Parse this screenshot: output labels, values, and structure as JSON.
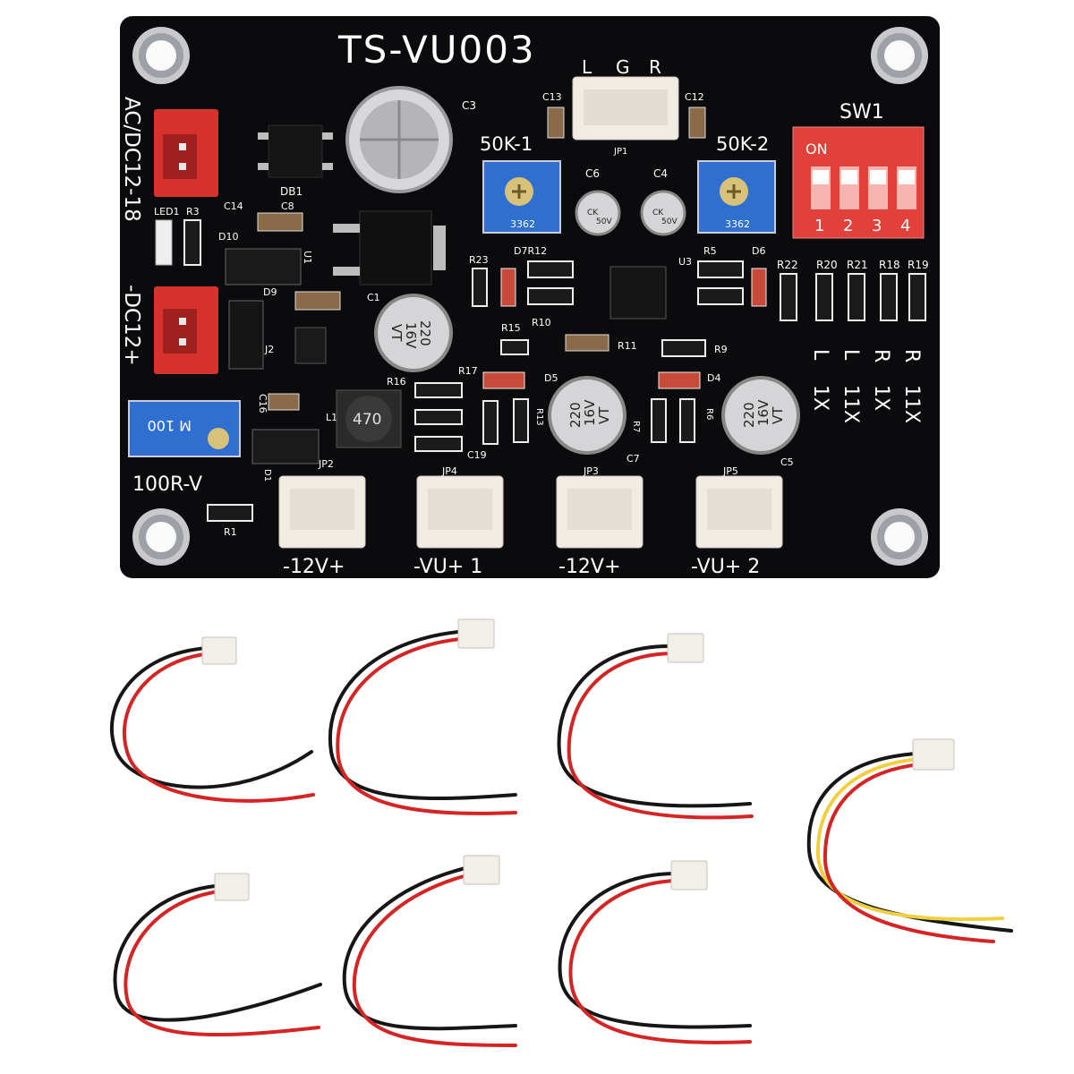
{
  "board": {
    "title": "TS-VU003",
    "lgr": [
      "L",
      "G",
      "R"
    ],
    "sw1_label": "SW1",
    "sw_on": "ON",
    "sw_numbers": [
      "1",
      "2",
      "3",
      "4"
    ],
    "input_ac": "AC/DC12-18",
    "input_dc": "-DC12+",
    "pot_left": "50K-1",
    "pot_right": "50K-2",
    "pot_code": "3362",
    "trimmer_label": "100R-V",
    "trimmer_value": "M 100",
    "inductor_value": "470",
    "cap_c1": [
      "220",
      "16V",
      "VT"
    ],
    "cap_c7": [
      "220",
      "16V",
      "VT"
    ],
    "cap_c5": [
      "220",
      "16V",
      "VT"
    ],
    "cap_small": [
      "CK",
      "50V"
    ],
    "gain_rows": [
      [
        "R",
        "11X"
      ],
      [
        "R",
        "1X"
      ],
      [
        "L",
        "11X"
      ],
      [
        "L",
        "1X"
      ]
    ],
    "bottom_labels": [
      "-12V+",
      "-VU+ 1",
      "-12V+",
      "-VU+ 2"
    ],
    "refdes": {
      "c3": "C3",
      "c13": "C13",
      "c12": "C12",
      "jp1": "JP1",
      "db1": "DB1",
      "c14": "C14",
      "c8": "C8",
      "led1": "LED1",
      "r3": "R3",
      "d10": "D10",
      "u1": "U1",
      "d9": "D9",
      "j2": "J2",
      "c1": "C1",
      "c6": "C6",
      "c4": "C4",
      "d7r12": "D7R12",
      "r23": "R23",
      "u3": "U3",
      "r5": "R5",
      "d6": "D6",
      "r22": "R22",
      "r20": "R20",
      "r21": "R21",
      "r18": "R18",
      "r19": "R19",
      "r15": "R15",
      "r10": "R10",
      "r11": "R11",
      "r9": "R9",
      "r17": "R17",
      "d5": "D5",
      "d4": "D4",
      "r16": "R16",
      "c16": "C16",
      "l1": "L1",
      "r13": "R13",
      "r7": "R7",
      "r6": "R6",
      "c19": "C19",
      "c7": "C7",
      "c5": "C5",
      "jp2": "JP2",
      "jp4": "JP4",
      "jp3": "JP3",
      "jp5": "JP5",
      "r1": "R1",
      "d1": "D1"
    }
  },
  "colors": {
    "pcb": "#0b0b0d",
    "silkscreen": "#ffffff",
    "header_red": "#d8322e",
    "dip_red": "#e2403a",
    "pot_blue": "#2f6fd0",
    "wire_red": "#d42424",
    "wire_black": "#161616",
    "wire_yellow": "#f0d040"
  }
}
